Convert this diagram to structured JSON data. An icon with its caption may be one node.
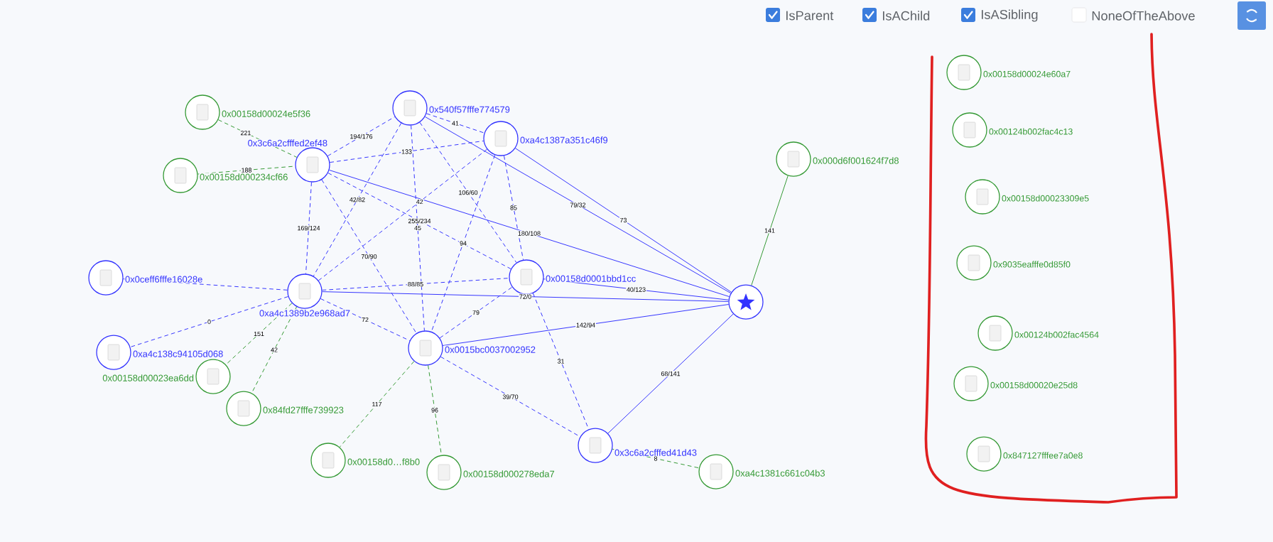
{
  "diagram": {
    "nodes": [
      {
        "text": [
          "0x540f57fffe774579"
        ]
      },
      {
        "text": [
          "0x00158d00024e5f36"
        ]
      },
      {
        "text": [
          "0xa4c1387a351c46f9"
        ]
      },
      {
        "text": [
          "0x3c6a2cfffed2ef48"
        ]
      },
      {
        "text": [
          "0x000d6f001624f7d8"
        ]
      },
      {
        "text": [
          "0x00158d000234cf66"
        ]
      },
      {
        "text": [
          "0x00158d0001bbd1cc"
        ]
      },
      {
        "text": [
          "0x0ceff6fffe16028e"
        ]
      },
      {
        "text": [
          "0xa4c1389b2e968ad7"
        ]
      },
      {
        "text": [],
        "shape": "circle"
      },
      {
        "text": [
          "0x0015bc0037002952"
        ]
      },
      {
        "text": [
          "0xa4c138c94105d068"
        ]
      },
      {
        "text": [
          "0x00158d00023ea6dd"
        ]
      },
      {
        "text": [
          "0x84fd27fffe739923"
        ]
      },
      {
        "text": [
          "0x3c6a2cfffed41d43"
        ]
      },
      {
        "text": [
          "0x00158d0…f8b0"
        ]
      },
      {
        "text": [
          "0x00158d000278eda7"
        ]
      },
      {
        "text": [
          "0xa4c1381c661c04b3"
        ]
      },
      {
        "text": [
          "0x00158d00024e60a7"
        ]
      },
      {
        "text": [
          "0x00124b002fac4c13"
        ]
      },
      {
        "text": [
          "0x00158d00023309e5"
        ]
      },
      {
        "text": [
          "0x9035eafffe0d85f0"
        ]
      },
      {
        "text": [
          "0x00124b002fac4564"
        ]
      },
      {
        "text": [
          "0x00158d00020e25d8"
        ]
      },
      {
        "text": [
          "0x847127fffee7a0e8"
        ]
      }
    ],
    "edges": [
      {
        "from": 1,
        "to": 3,
        "arrow": "none",
        "label": "221",
        "style": "dashed",
        "color": "#339933"
      },
      {
        "from": 5,
        "to": 3,
        "arrow": "none",
        "label": "188",
        "style": "dashed",
        "color": "#339933"
      },
      {
        "from": 3,
        "to": 0,
        "arrow": "none",
        "label": "194/176",
        "style": "dashed"
      },
      {
        "from": 0,
        "to": 2,
        "arrow": "none",
        "label": "41",
        "style": "dashed"
      },
      {
        "from": 3,
        "to": 2,
        "arrow": "none",
        "label": "133",
        "style": "dashed"
      },
      {
        "from": 0,
        "to": 10,
        "arrow": "none",
        "label": "45",
        "style": "dashed"
      },
      {
        "from": 0,
        "to": 8,
        "arrow": "none",
        "label": "42/82",
        "style": "dashed"
      },
      {
        "from": 0,
        "to": 6,
        "arrow": "none",
        "label": "106/60",
        "style": "dashed"
      },
      {
        "from": 0,
        "to": 9,
        "arrow": "none",
        "label": "79/32"
      },
      {
        "from": 2,
        "to": 9,
        "arrow": "none",
        "label": "73"
      },
      {
        "from": 2,
        "to": 6,
        "arrow": "none",
        "label": "85",
        "style": "dashed"
      },
      {
        "from": 2,
        "to": 8,
        "arrow": "none",
        "label": "42",
        "style": "dashed"
      },
      {
        "from": 2,
        "to": 10,
        "arrow": "none",
        "label": "94",
        "style": "dashed"
      },
      {
        "from": 3,
        "to": 8,
        "arrow": "none",
        "label": "169/124",
        "style": "dashed"
      },
      {
        "from": 3,
        "to": 10,
        "arrow": "none",
        "label": "70/90",
        "style": "dashed"
      },
      {
        "from": 3,
        "to": 6,
        "arrow": "none",
        "label": "255/234",
        "style": "dashed"
      },
      {
        "from": 3,
        "to": 9,
        "arrow": "none",
        "label": "180/108"
      },
      {
        "from": 4,
        "to": 9,
        "arrow": "none",
        "label": "141",
        "color": "#339933"
      },
      {
        "from": 8,
        "to": 6,
        "arrow": "none",
        "label": "88/85",
        "style": "dashed"
      },
      {
        "from": 8,
        "to": 10,
        "arrow": "none",
        "label": "72",
        "style": "dashed"
      },
      {
        "from": 8,
        "to": 9,
        "arrow": "none",
        "label": "72/0"
      },
      {
        "from": 10,
        "to": 6,
        "arrow": "none",
        "label": "79",
        "style": "dashed"
      },
      {
        "from": 10,
        "to": 9,
        "arrow": "none",
        "label": "142/94"
      },
      {
        "from": 6,
        "to": 9,
        "arrow": "none",
        "label": "40/123"
      },
      {
        "from": 6,
        "to": 14,
        "arrow": "none",
        "label": "31",
        "style": "dashed"
      },
      {
        "from": 10,
        "to": 14,
        "arrow": "none",
        "label": "39/70",
        "style": "dashed"
      },
      {
        "from": 14,
        "to": 9,
        "arrow": "none",
        "label": "68/141"
      },
      {
        "from": 8,
        "to": 7,
        "arrow": "none",
        "style": "dashed"
      },
      {
        "from": 8,
        "to": 11,
        "arrow": "none",
        "label": "0",
        "style": "dashed"
      },
      {
        "from": 8,
        "to": 12,
        "arrow": "none",
        "label": "151",
        "style": "dashed",
        "color": "#339933"
      },
      {
        "from": 8,
        "to": 13,
        "arrow": "none",
        "label": "42",
        "style": "dashed",
        "color": "#339933"
      },
      {
        "from": 10,
        "to": 15,
        "arrow": "none",
        "label": "117",
        "style": "dashed",
        "color": "#339933"
      },
      {
        "from": 10,
        "to": 16,
        "arrow": "none",
        "label": "96",
        "style": "dashed",
        "color": "#339933"
      },
      {
        "from": 14,
        "to": 17,
        "arrow": "none",
        "label": "8",
        "style": "dashed",
        "color": "#339933"
      }
    ],
    "labels": [
      "IsParent",
      "IsAChild",
      "IsASibling",
      "NoneOfTheAbove"
    ]
  }
}
